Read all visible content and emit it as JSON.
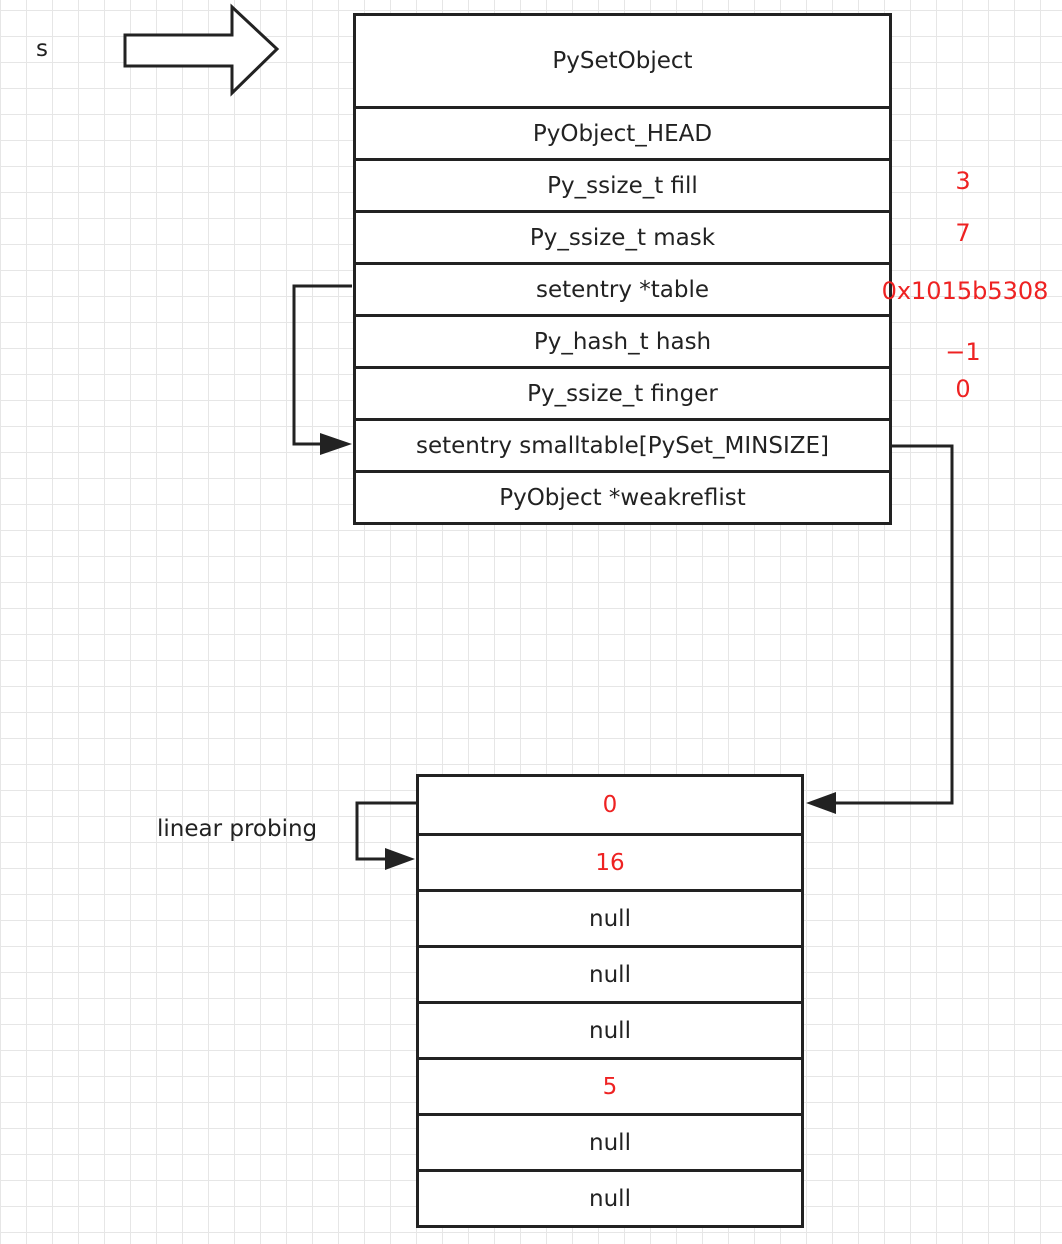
{
  "variable_label": "s",
  "struct": {
    "title": "PySetObject",
    "fields": [
      "PyObject_HEAD",
      "Py_ssize_t fill",
      "Py_ssize_t mask",
      "setentry *table",
      "Py_hash_t hash",
      "Py_ssize_t finger",
      "setentry smalltable[PySet_MINSIZE]",
      "PyObject *weakreflist"
    ]
  },
  "values": {
    "fill": "3",
    "mask": "7",
    "table": "0x1015b5308",
    "hash": "−1",
    "finger": "0"
  },
  "probing_label": "linear probing",
  "smalltable": [
    {
      "text": "0",
      "used": true
    },
    {
      "text": "16",
      "used": true
    },
    {
      "text": "null",
      "used": false
    },
    {
      "text": "null",
      "used": false
    },
    {
      "text": "null",
      "used": false
    },
    {
      "text": "5",
      "used": true
    },
    {
      "text": "null",
      "used": false
    },
    {
      "text": "null",
      "used": false
    }
  ],
  "colors": {
    "value_red": "#ee2222",
    "line": "#222222"
  }
}
